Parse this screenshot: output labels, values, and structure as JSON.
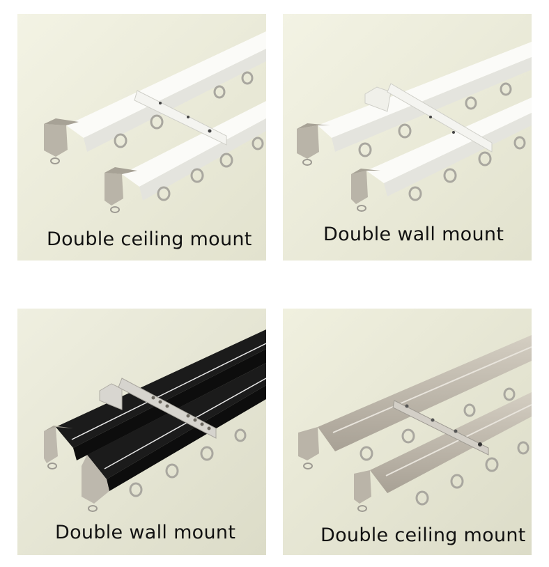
{
  "layout": {
    "columns": 2,
    "rows": 2,
    "background": "#ffffff"
  },
  "panels": [
    {
      "caption": "Double ceiling mount",
      "rail_color": "white",
      "colors": {
        "bg_light": "#f2f2e2",
        "bg_dark": "#e0e0cc",
        "rail_top": "#fbfbf7",
        "rail_side": "#e6e6e0",
        "cap": "#b9b4a8",
        "bracket": "#f4f4f0"
      },
      "bracket_type": "ceiling"
    },
    {
      "caption": "Double wall mount",
      "rail_color": "white",
      "colors": {
        "bg_light": "#f2f2e2",
        "bg_dark": "#e0e0cc",
        "rail_top": "#fbfbf7",
        "rail_side": "#e6e6e0",
        "cap": "#b9b4a8",
        "bracket": "#f4f4f0"
      },
      "bracket_type": "wall"
    },
    {
      "caption": "Double wall mount",
      "rail_color": "black",
      "colors": {
        "bg_light": "#eeeedf",
        "bg_dark": "#dcdcc8",
        "rail_top": "#1a1a1a",
        "rail_side": "#0e0e0e",
        "cap": "#bdb8ad",
        "bracket": "#d8d6d0"
      },
      "bracket_type": "wall"
    },
    {
      "caption": "Double ceiling mount",
      "rail_color": "champagne",
      "colors": {
        "bg_light": "#efefde",
        "bg_dark": "#dddcc8",
        "rail_top": "#c6bfb2",
        "rail_side": "#a69f93",
        "cap": "#bab4a8",
        "bracket": "#cfcbc3"
      },
      "bracket_type": "ceiling"
    }
  ]
}
